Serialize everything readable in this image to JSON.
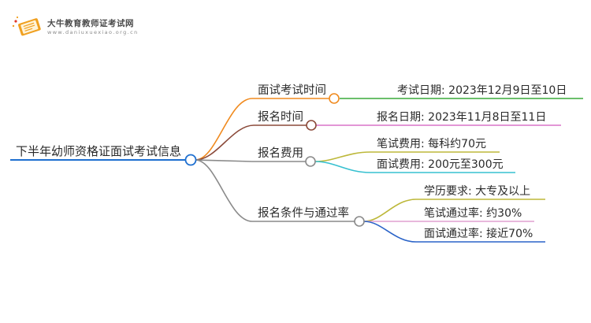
{
  "brand": {
    "name": "大牛教育教师证考试网",
    "url": "www.daniuxuexiao.org.cn",
    "colors": {
      "primary": "#f0a020",
      "accent": "#e03a2a"
    }
  },
  "root": {
    "label": "下半年幼师资格证面试考试信息",
    "color": "#1e6fd0"
  },
  "branches": [
    {
      "label": "面试考试时间",
      "color": "#f08a1e",
      "children": [
        {
          "label": "考试日期: 2023年12月9日至10日",
          "color": "#3aaa3a"
        }
      ]
    },
    {
      "label": "报名时间",
      "color": "#8b4a3a",
      "children": [
        {
          "label": "报名日期: 2023年11月8日至11日",
          "color": "#d873c8"
        }
      ]
    },
    {
      "label": "报名费用",
      "color": "#8a8a8a",
      "children": [
        {
          "label": "笔试费用: 每科约70元",
          "color": "#bdb83a"
        },
        {
          "label": "面试费用: 200元至300元",
          "color": "#36c0d0"
        }
      ]
    },
    {
      "label": "报名条件与通过率",
      "color": "#8a8a8a",
      "children": [
        {
          "label": "学历要求: 大专及以上",
          "color": "#bdb83a"
        },
        {
          "label": "笔试通过率: 约30%",
          "color": "#e0a0d0"
        },
        {
          "label": "面试通过率: 接近70%",
          "color": "#2a63c8"
        }
      ]
    }
  ]
}
